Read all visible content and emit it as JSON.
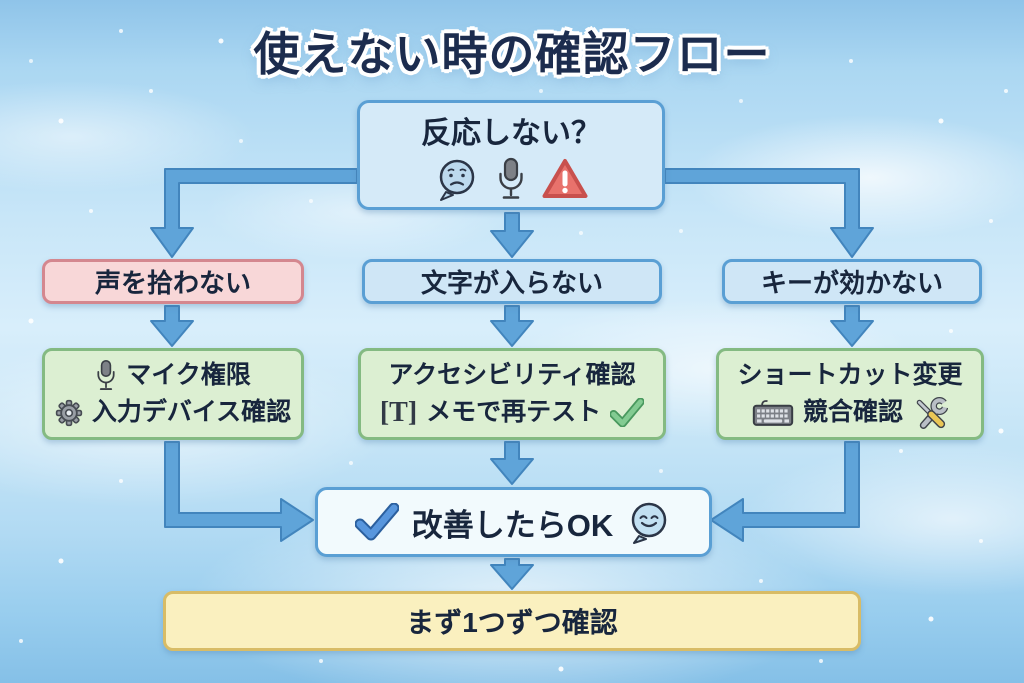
{
  "title": "使えない時の確認フロー",
  "flow": {
    "start": {
      "label": "反応しない？"
    },
    "branches": [
      {
        "id": "voice",
        "label": "声を拾わない",
        "fix_line1": "マイク権限",
        "fix_line2": "入力デバイス確認"
      },
      {
        "id": "typing",
        "label": "文字が入らない",
        "fix_line1": "アクセシビリティ確認",
        "fix_line2": "メモで再テスト"
      },
      {
        "id": "keys",
        "label": "キーが効かない",
        "fix_line1": "ショートカット変更",
        "fix_line2": "競合確認"
      }
    ],
    "ok": {
      "label": "改善したらOK"
    },
    "footer": {
      "label": "まず1つずつ確認"
    }
  },
  "icons": {
    "text_cursor_glyph": "[T]",
    "start_icons": [
      "worried-speech-bubble-icon",
      "microphone-icon",
      "warning-icon"
    ],
    "voice_fix_icons": [
      "microphone-icon",
      "gear-icon"
    ],
    "typing_fix_icons": [
      "text-cursor-icon",
      "green-check-icon"
    ],
    "keys_fix_icons": [
      "keyboard-icon",
      "wrench-screwdriver-icon"
    ],
    "ok_icons": [
      "blue-check-icon",
      "smiley-speech-bubble-icon"
    ]
  },
  "colors": {
    "accent_blue": "#5A9FD4",
    "arrow_blue": "#5FA4D9",
    "blue_fill": "#D5EAF8",
    "pink_fill": "#F8D7D8",
    "pink_border": "#D4878F",
    "green_fill": "#DCEFD2",
    "green_border": "#84BA82",
    "yellow_fill": "#FAF0BF",
    "yellow_border": "#D8BC66",
    "warning_red": "#E8726C",
    "text": "#18263D"
  }
}
